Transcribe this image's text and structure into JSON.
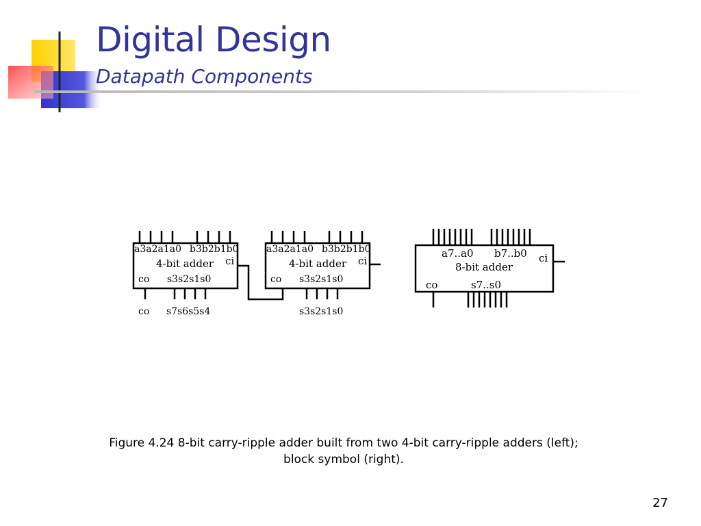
{
  "slide": {
    "title": "Digital Design",
    "subtitle": "Datapath Components",
    "page_number": "27"
  },
  "caption": {
    "line1": "Figure 4.24 8-bit carry-ripple adder built from two 4-bit carry-ripple adders (left);",
    "line2": "block symbol (right)."
  },
  "diagram": {
    "left_adder": {
      "inputs_a": "a3a2a1a0",
      "inputs_b": "b3b2b1b0",
      "label": "4-bit adder",
      "carry_in": "ci",
      "carry_out": "co",
      "sum": "s3s2s1s0"
    },
    "right_adder": {
      "inputs_a": "a3a2a1a0",
      "inputs_b": "b3b2b1b0",
      "label": "4-bit adder",
      "carry_in": "ci",
      "carry_out": "co",
      "sum": "s3s2s1s0"
    },
    "output_labels": {
      "carry_out": "co",
      "high_sum": "s7s6s5s4",
      "low_sum": "s3s2s1s0"
    },
    "block_symbol": {
      "inputs_a": "a7..a0",
      "inputs_b": "b7..b0",
      "label": "8-bit adder",
      "carry_in": "ci",
      "carry_out": "co",
      "sum": "s7..s0"
    }
  }
}
